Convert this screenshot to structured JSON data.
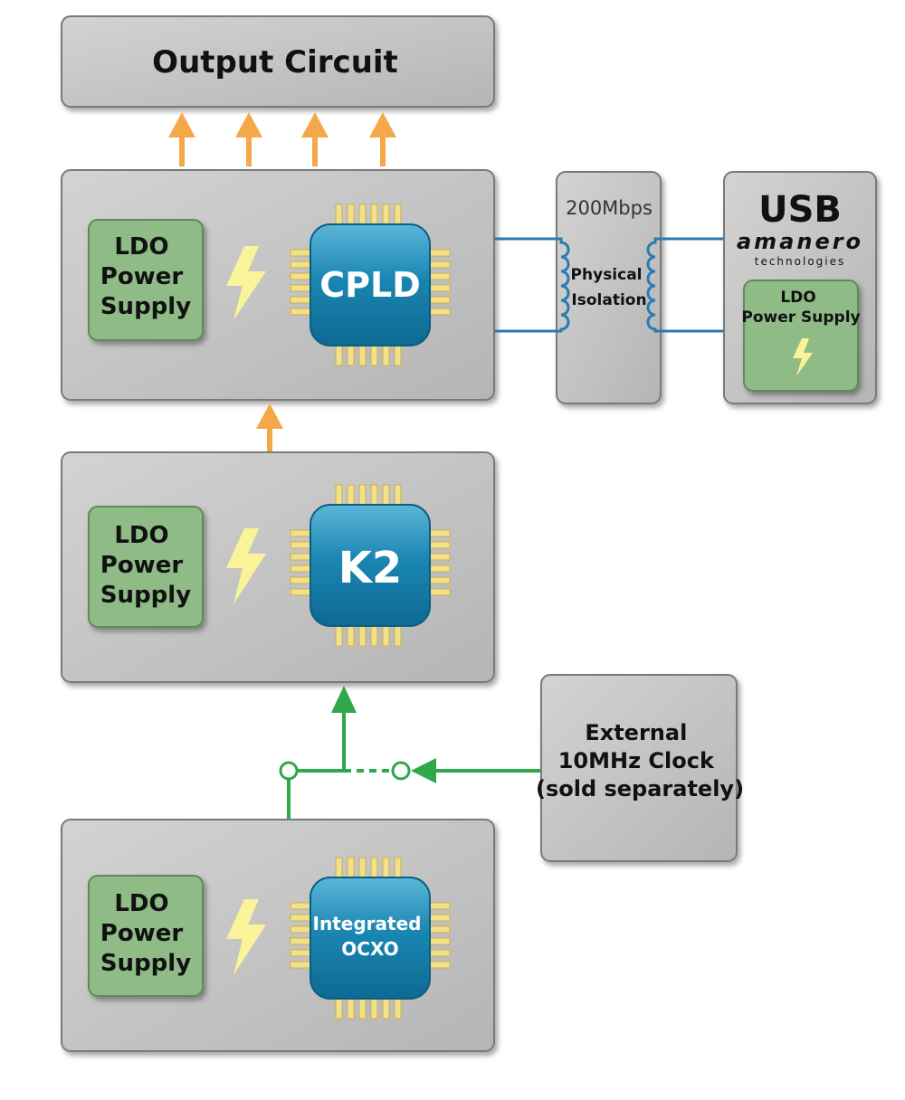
{
  "output_circuit": {
    "title": "Output Circuit"
  },
  "cpld_module": {
    "ldo": [
      "LDO",
      "Power",
      "Supply"
    ],
    "chip": "CPLD"
  },
  "isolation": {
    "speed": "200Mbps",
    "label": [
      "Physical",
      "Isolation"
    ]
  },
  "usb_module": {
    "title": "USB",
    "brand": "amanero",
    "brand_sub": "technologies",
    "ldo": [
      "LDO",
      "Power Supply"
    ]
  },
  "k2_module": {
    "ldo": [
      "LDO",
      "Power",
      "Supply"
    ],
    "chip": "K2"
  },
  "external_clock": {
    "label": [
      "External",
      "10MHz Clock",
      "(sold separately)"
    ]
  },
  "ocxo_module": {
    "ldo": [
      "LDO",
      "Power",
      "Supply"
    ],
    "chip": [
      "Integrated",
      "OCXO"
    ]
  },
  "colors": {
    "box_gray": "#c4c4c4",
    "ldo_green": "#8fbb87",
    "chip_blue": "#1a86b2",
    "pin_yellow": "#f2e08a",
    "arrow_orange": "#f5a84a",
    "clock_green": "#2fa84a",
    "isolation_blue": "#2a7bb0",
    "bolt_yellow": "#fbf39a"
  }
}
